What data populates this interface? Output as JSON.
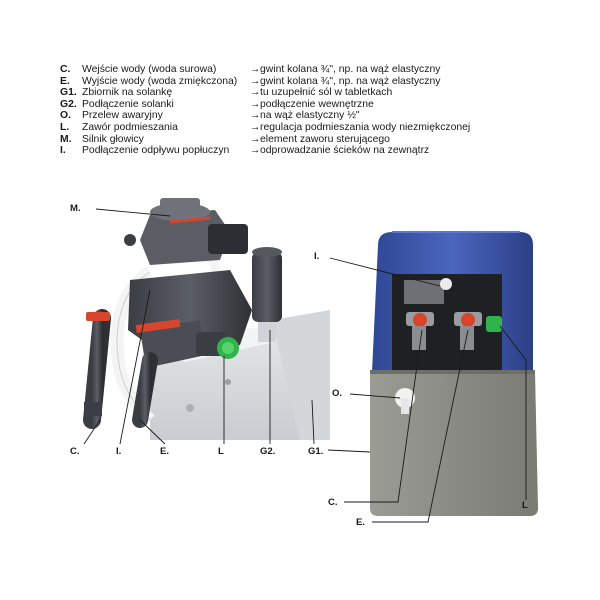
{
  "legend": [
    {
      "code": "C.",
      "desc": "Wejście wody (woda surowa)",
      "arrow": "→",
      "note": "gwint kolana ¾\", np. na wąż elastyczny"
    },
    {
      "code": "E.",
      "desc": "Wyjście wody (woda zmiękczona)",
      "arrow": "→",
      "note": "gwint kolana ¾\", np. na wąż elastyczny"
    },
    {
      "code": "G1.",
      "desc": "Zbiornik na solankę",
      "arrow": "→",
      "note": "tu uzupełnić sól w tabletkach"
    },
    {
      "code": "G2.",
      "desc": "Podłączenie solanki",
      "arrow": "→",
      "note": "podłączenie wewnętrzne"
    },
    {
      "code": "O.",
      "desc": "Przelew awaryjny",
      "arrow": "→",
      "note": "na wąż elastyczny ½\""
    },
    {
      "code": "L.",
      "desc": "Zawór podmieszania",
      "arrow": "→",
      "note": "regulacja podmieszania wody niezmiękczonej"
    },
    {
      "code": "M.",
      "desc": "Silnik głowicy",
      "arrow": "→",
      "note": "element zaworu sterującego"
    },
    {
      "code": "I.",
      "desc": "Podłączenie odpływu popłuczyn",
      "arrow": "→",
      "note": "odprowadzanie ścieków na zewnątrz"
    }
  ],
  "callouts": {
    "left_M": "M.",
    "left_C": "C.",
    "left_I": "I.",
    "left_E": "E.",
    "left_L": "L",
    "left_G2": "G2.",
    "left_G1": "G1.",
    "right_I": "I.",
    "right_O": "O.",
    "right_C": "C.",
    "right_E": "E.",
    "right_L": "L"
  },
  "colors": {
    "cabinet_blue": "#3b55a8",
    "cabinet_grey": "#8c8d86",
    "accent_red": "#d8452c",
    "valve_green": "#2fb34a"
  }
}
